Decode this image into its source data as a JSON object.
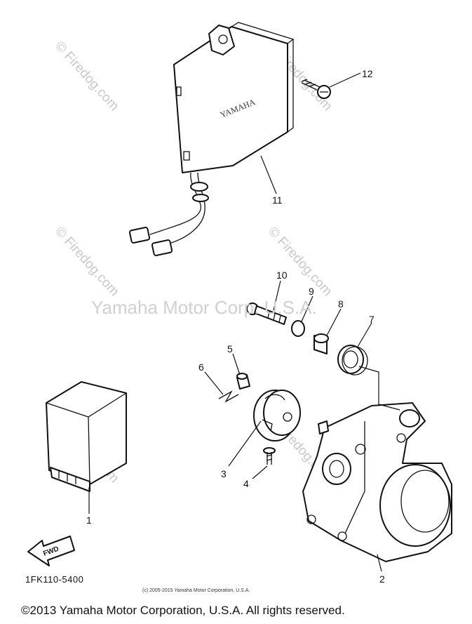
{
  "watermarks": {
    "main": "Yamaha Motor Corp. U.S.A.",
    "site": "© Firedog.com"
  },
  "labels": {
    "brand": "YAMAHA",
    "fwd": "FWD",
    "callouts": [
      "1",
      "2",
      "3",
      "4",
      "5",
      "6",
      "7",
      "8",
      "9",
      "10",
      "11",
      "12"
    ]
  },
  "footer": {
    "part_code": "1FK110-5400",
    "small_credit": "(c) 2005-2015 Yamaha Motor Corporation, U.S.A.",
    "copyright": "©2013 Yamaha Motor Corporation, U.S.A. All rights reserved."
  }
}
